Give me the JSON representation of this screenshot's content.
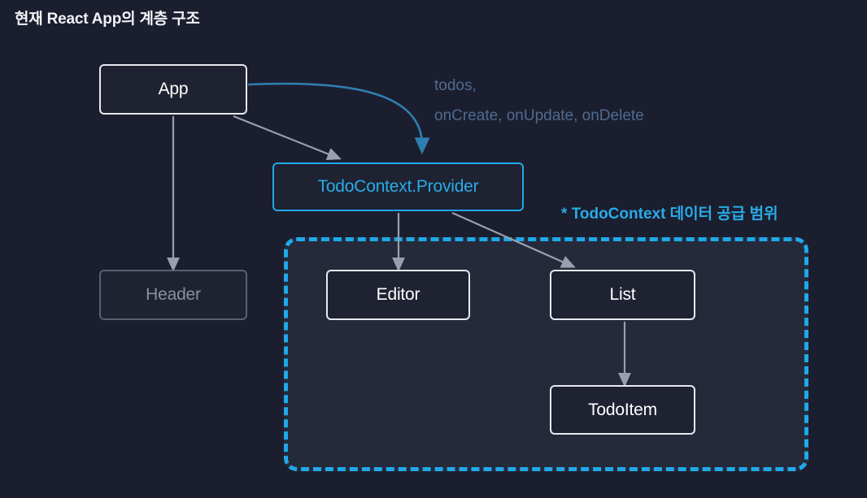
{
  "title": "현재 React App의 계층 구조",
  "colors": {
    "background": "#1b1e2e",
    "scope_fill": "#252a3b",
    "accent_blue": "#1fa9e9",
    "accent_blue_text": "#29abe8",
    "node_border_white": "#e8e9ef",
    "node_border_dim": "#5a5f72",
    "node_text_dim": "#8a8f9f",
    "arrow_gray": "#9a9fb0",
    "arrow_blue": "#2a6e9e",
    "edge_label_text": "#4f6b91"
  },
  "nodes": [
    {
      "id": "app",
      "label": "App",
      "style": "white"
    },
    {
      "id": "header",
      "label": "Header",
      "style": "dim"
    },
    {
      "id": "provider",
      "label": "TodoContext.Provider",
      "style": "blue"
    },
    {
      "id": "editor",
      "label": "Editor",
      "style": "white"
    },
    {
      "id": "list",
      "label": "List",
      "style": "white"
    },
    {
      "id": "todoitem",
      "label": "TodoItem",
      "style": "white"
    }
  ],
  "edges": [
    {
      "id": "app-to-header",
      "from": "app",
      "to": "header",
      "kind": "straight-gray"
    },
    {
      "id": "app-to-provider",
      "from": "app",
      "to": "provider",
      "kind": "diagonal-gray"
    },
    {
      "id": "app-to-provider-data",
      "from": "app",
      "to": "provider",
      "kind": "curved-blue"
    },
    {
      "id": "provider-to-editor",
      "from": "provider",
      "to": "editor",
      "kind": "straight-gray"
    },
    {
      "id": "provider-to-list",
      "from": "provider",
      "to": "list",
      "kind": "diagonal-gray"
    },
    {
      "id": "list-to-todoitem",
      "from": "list",
      "to": "todoitem",
      "kind": "straight-gray"
    }
  ],
  "edge_labels": {
    "context_values_line1": "todos,",
    "context_values_line2": "onCreate, onUpdate, onDelete"
  },
  "scope": {
    "label": "* TodoContext 데이터 공급 범위"
  }
}
